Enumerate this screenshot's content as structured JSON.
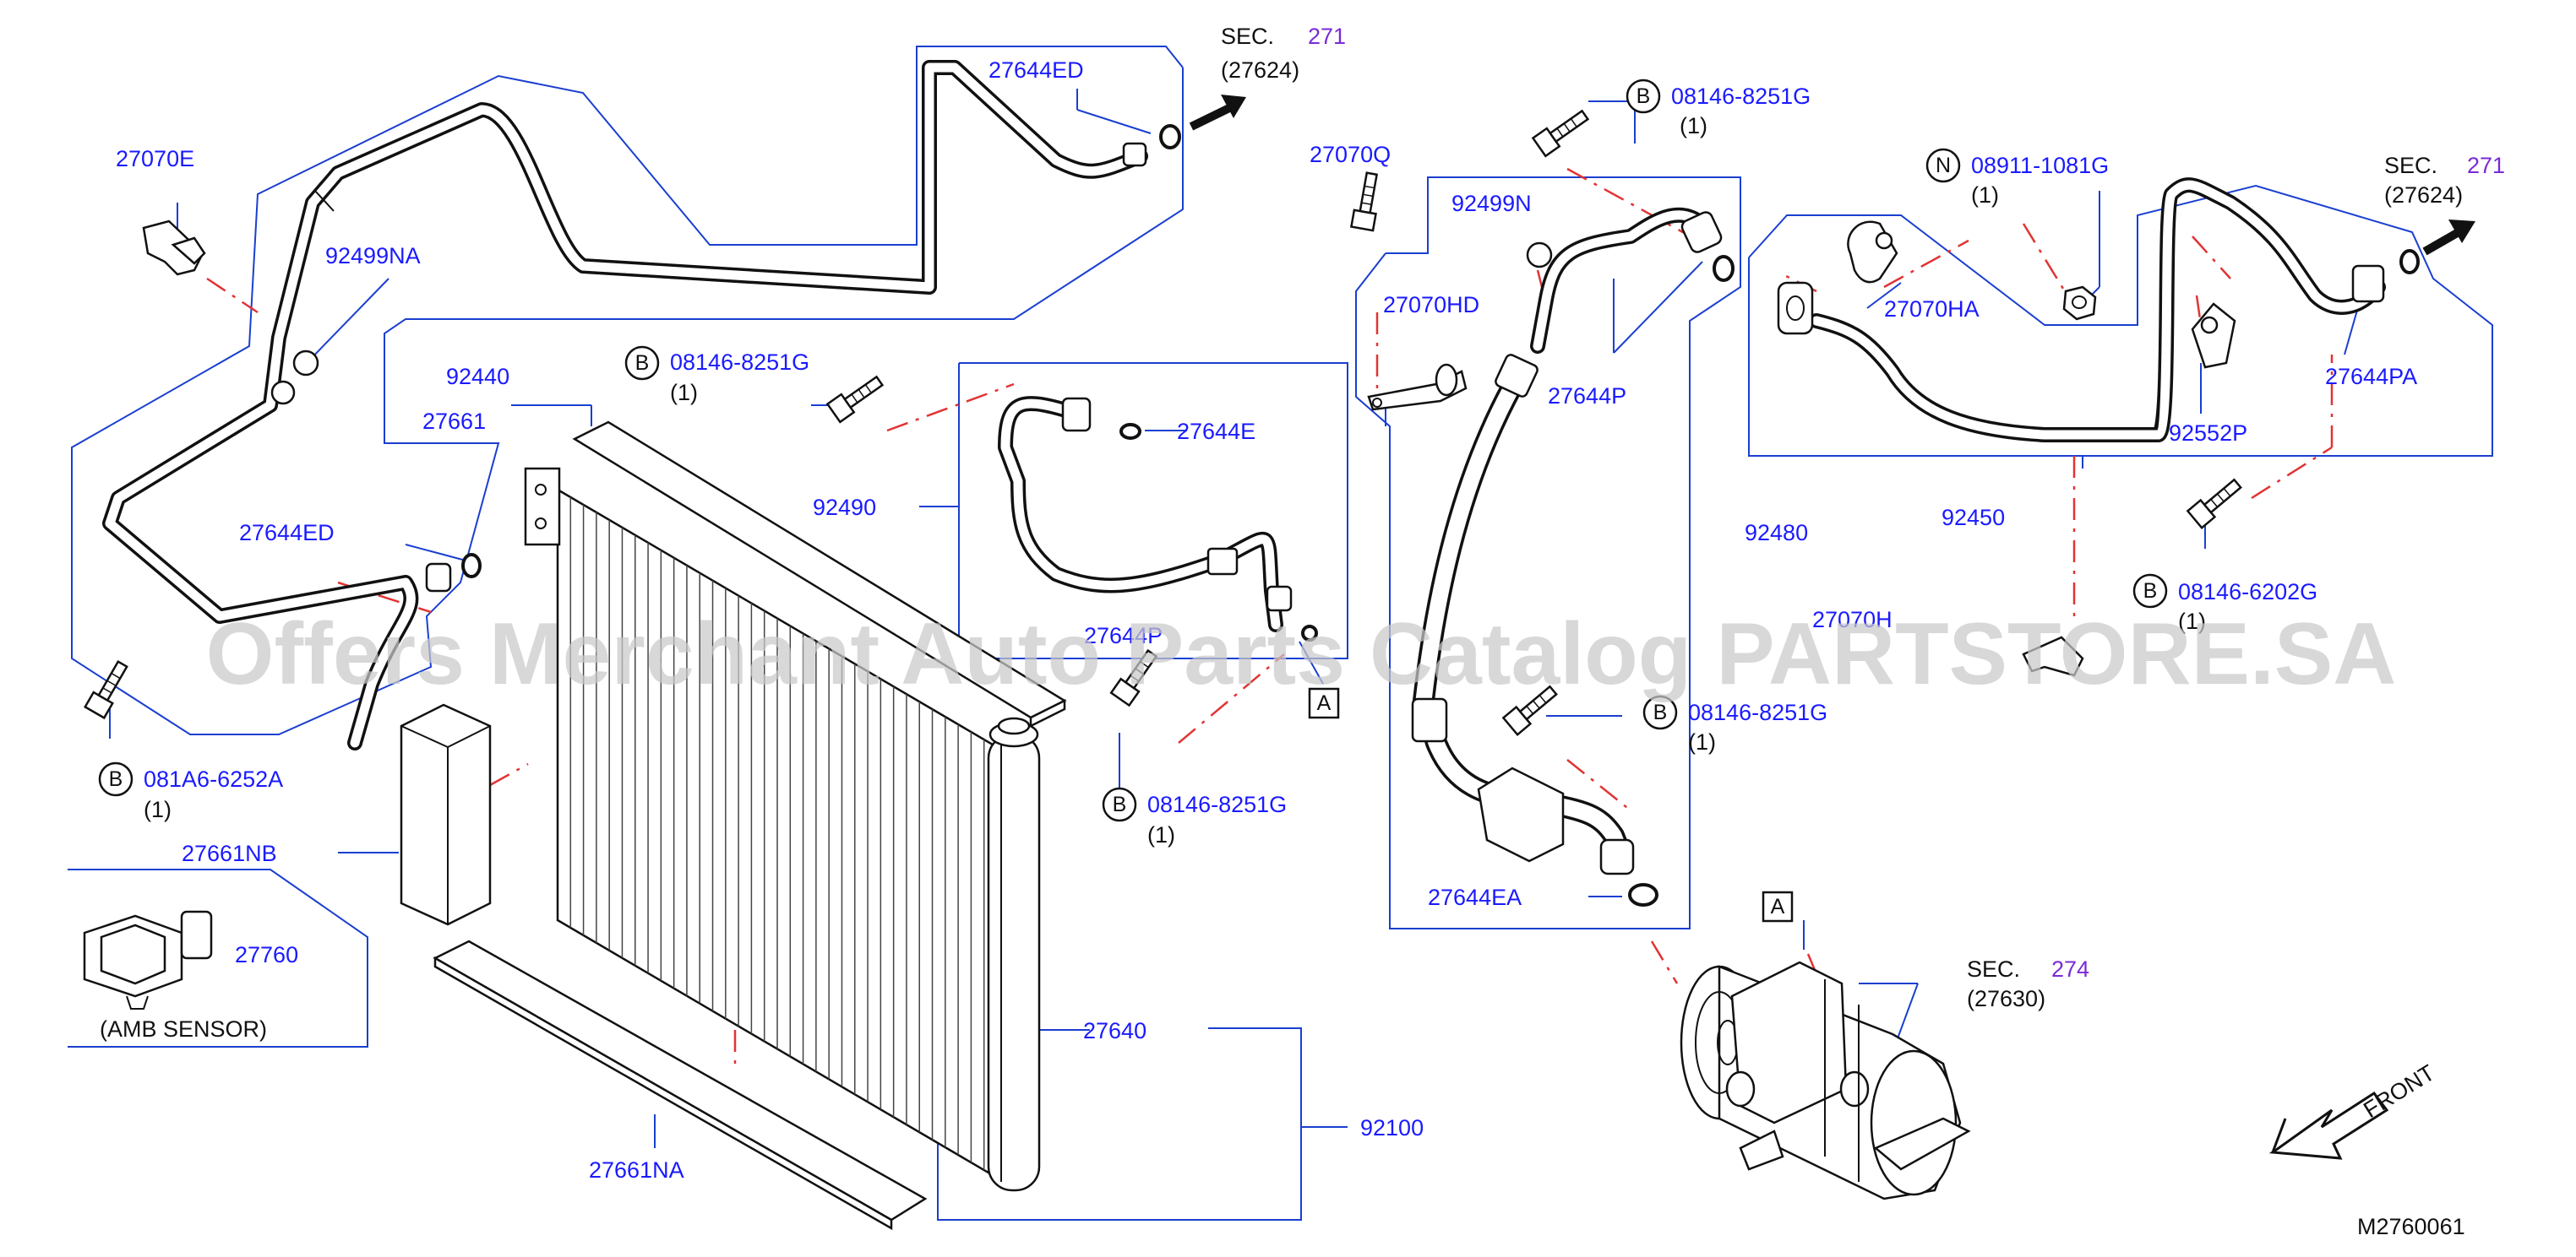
{
  "diagram_code": "M2760061",
  "watermark": "Offers Merchant Auto Parts Catalog PARTSTORE.SA",
  "sections": [
    {
      "id": "sec271_left",
      "label": "SEC.",
      "number": "271",
      "sub": "(27624)"
    },
    {
      "id": "sec271_right",
      "label": "SEC.",
      "number": "271",
      "sub": "(27624)"
    },
    {
      "id": "sec274",
      "label": "SEC.",
      "number": "274",
      "sub": "(27630)"
    }
  ],
  "parts": {
    "p27644ED_top": "27644ED",
    "p27070E": "27070E",
    "p92499NA": "92499NA",
    "p92440": "92440",
    "p27661": "27661",
    "p27644ED_mid": "27644ED",
    "p92490": "92490",
    "p27644E": "27644E",
    "p27644P_lower": "27644P",
    "p27661NB": "27661NB",
    "p27760": "27760",
    "p27640": "27640",
    "p92100": "92100",
    "p27661NA": "27661NA",
    "p27070Q": "27070Q",
    "p92499N": "92499N",
    "p27070HD": "27070HD",
    "p27644P_upper": "27644P",
    "p92480": "92480",
    "p27644EA": "27644EA",
    "p27070HA": "27070HA",
    "p92552P": "92552P",
    "p27644PA": "27644PA",
    "p92450": "92450",
    "p27070H": "27070H"
  },
  "fasteners": [
    {
      "id": "f1",
      "letter": "B",
      "code": "08146-8251G",
      "qty": "(1)"
    },
    {
      "id": "f2",
      "letter": "B",
      "code": "08146-8251G",
      "qty": "(1)"
    },
    {
      "id": "f3",
      "letter": "B",
      "code": "08146-8251G",
      "qty": "(1)"
    },
    {
      "id": "f4",
      "letter": "B",
      "code": "081A6-6252A",
      "qty": "(1)"
    },
    {
      "id": "f5",
      "letter": "N",
      "code": "08911-1081G",
      "qty": "(1)"
    },
    {
      "id": "f6",
      "letter": "B",
      "code": "08146-6202G",
      "qty": "(1)"
    },
    {
      "id": "f7",
      "letter": "B",
      "code": "08146-8251G",
      "qty": "(1)"
    }
  ],
  "markers": {
    "A_upper": "A",
    "A_lower": "A"
  },
  "amb_sensor_label": "(AMB SENSOR)",
  "front_label": "FRONT",
  "colors": {
    "part_number": "#1a1aff",
    "section_number": "#7a2ad6",
    "callout": "#1a3fd0",
    "centerline": "#e23333"
  }
}
